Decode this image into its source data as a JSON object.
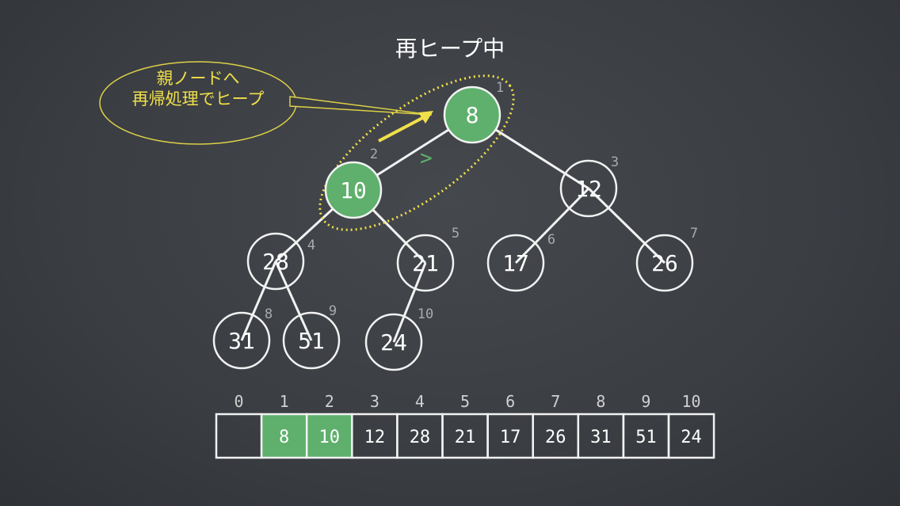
{
  "title": "再ヒープ中",
  "callout": {
    "line1": "親ノードへ",
    "line2": "再帰処理でヒープ"
  },
  "comparison_symbol": ">",
  "colors": {
    "highlight": "#5eb06c",
    "callout": "#eee04a",
    "chalk": "#f2f2f2",
    "index": "#a9abad"
  },
  "tree": {
    "nodes": [
      {
        "index": "1",
        "value": "8",
        "highlighted": true
      },
      {
        "index": "2",
        "value": "10",
        "highlighted": true
      },
      {
        "index": "3",
        "value": "12",
        "highlighted": false
      },
      {
        "index": "4",
        "value": "28",
        "highlighted": false
      },
      {
        "index": "5",
        "value": "21",
        "highlighted": false
      },
      {
        "index": "6",
        "value": "17",
        "highlighted": false
      },
      {
        "index": "7",
        "value": "26",
        "highlighted": false
      },
      {
        "index": "8",
        "value": "31",
        "highlighted": false
      },
      {
        "index": "9",
        "value": "51",
        "highlighted": false
      },
      {
        "index": "10",
        "value": "24",
        "highlighted": false
      }
    ]
  },
  "array": {
    "indices": [
      "0",
      "1",
      "2",
      "3",
      "4",
      "5",
      "6",
      "7",
      "8",
      "9",
      "10"
    ],
    "cells": [
      {
        "value": "",
        "highlighted": false
      },
      {
        "value": "8",
        "highlighted": true
      },
      {
        "value": "10",
        "highlighted": true
      },
      {
        "value": "12",
        "highlighted": false
      },
      {
        "value": "28",
        "highlighted": false
      },
      {
        "value": "21",
        "highlighted": false
      },
      {
        "value": "17",
        "highlighted": false
      },
      {
        "value": "26",
        "highlighted": false
      },
      {
        "value": "31",
        "highlighted": false
      },
      {
        "value": "51",
        "highlighted": false
      },
      {
        "value": "24",
        "highlighted": false
      }
    ]
  }
}
